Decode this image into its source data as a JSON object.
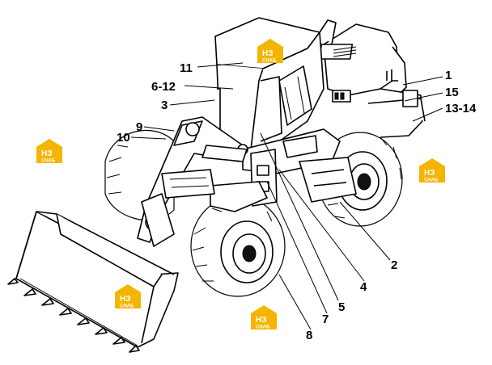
{
  "callouts": [
    {
      "id": "c1",
      "label": "1"
    },
    {
      "id": "c2",
      "label": "2"
    },
    {
      "id": "c3",
      "label": "3"
    },
    {
      "id": "c4",
      "label": "4"
    },
    {
      "id": "c5",
      "label": "5"
    },
    {
      "id": "c7",
      "label": "7"
    },
    {
      "id": "c8",
      "label": "8"
    },
    {
      "id": "c9",
      "label": "9"
    },
    {
      "id": "c10",
      "label": "10"
    },
    {
      "id": "c11",
      "label": "11"
    },
    {
      "id": "c612",
      "label": "6-12"
    },
    {
      "id": "c1314",
      "label": "13-14"
    },
    {
      "id": "c15",
      "label": "15"
    }
  ],
  "watermark": {
    "letters": "НЗ",
    "word": "СНАБ",
    "color": "#f5b400"
  }
}
